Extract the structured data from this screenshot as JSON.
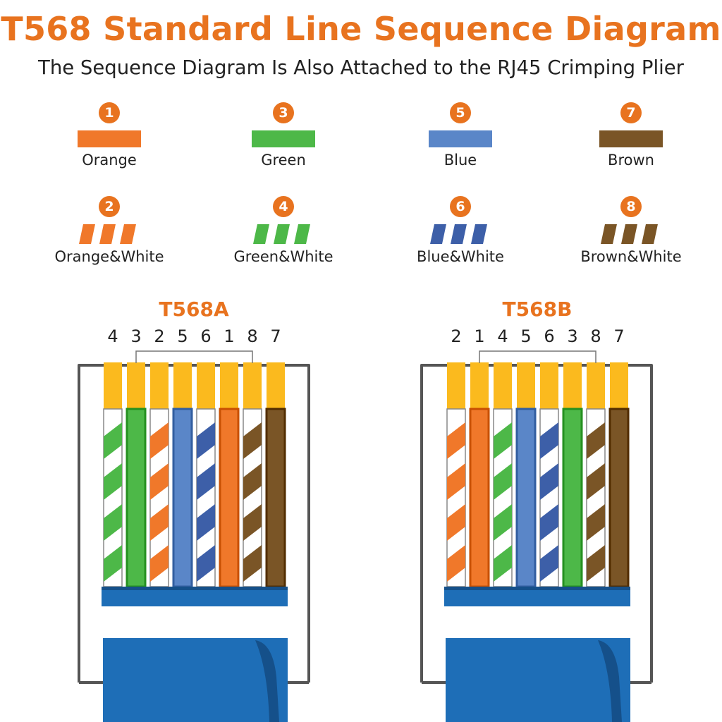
{
  "title": "T568 Standard Line Sequence Diagram",
  "subtitle": "The Sequence Diagram Is Also Attached to the RJ45 Crimping Plier",
  "colors": {
    "accent": "#E8731F",
    "orange": "#F0782A",
    "green": "#4DB848",
    "blue": "#5A86C8",
    "blue_dark": "#3D5FA8",
    "brown": "#7A5526",
    "contact_gold": "#FBBA1E",
    "connector_blue": "#1E6EB7",
    "housing_gray": "#555555"
  },
  "legend": [
    {
      "number": "1",
      "label": "Orange",
      "color": "#F0782A",
      "striped": false
    },
    {
      "number": "3",
      "label": "Green",
      "color": "#4DB848",
      "striped": false
    },
    {
      "number": "5",
      "label": "Blue",
      "color": "#5A86C8",
      "striped": false
    },
    {
      "number": "7",
      "label": "Brown",
      "color": "#7A5526",
      "striped": false
    },
    {
      "number": "2",
      "label": "Orange&White",
      "color": "#F0782A",
      "striped": true
    },
    {
      "number": "4",
      "label": "Green&White",
      "color": "#4DB848",
      "striped": true
    },
    {
      "number": "6",
      "label": "Blue&White",
      "color": "#3D5FA8",
      "striped": true
    },
    {
      "number": "8",
      "label": "Brown&White",
      "color": "#7A5526",
      "striped": true
    }
  ],
  "standards": [
    {
      "name": "T568A",
      "pin_labels": [
        "4",
        "3",
        "2",
        "5",
        "6",
        "1",
        "8",
        "7"
      ],
      "wires": [
        {
          "color": "#4DB848",
          "striped": true
        },
        {
          "color": "#4DB848",
          "striped": false
        },
        {
          "color": "#F0782A",
          "striped": true
        },
        {
          "color": "#5A86C8",
          "striped": false
        },
        {
          "color": "#3D5FA8",
          "striped": true
        },
        {
          "color": "#F0782A",
          "striped": false
        },
        {
          "color": "#7A5526",
          "striped": true
        },
        {
          "color": "#7A5526",
          "striped": false
        }
      ]
    },
    {
      "name": "T568B",
      "pin_labels": [
        "2",
        "1",
        "4",
        "5",
        "6",
        "3",
        "8",
        "7"
      ],
      "wires": [
        {
          "color": "#F0782A",
          "striped": true
        },
        {
          "color": "#F0782A",
          "striped": false
        },
        {
          "color": "#4DB848",
          "striped": true
        },
        {
          "color": "#5A86C8",
          "striped": false
        },
        {
          "color": "#3D5FA8",
          "striped": true
        },
        {
          "color": "#4DB848",
          "striped": false
        },
        {
          "color": "#7A5526",
          "striped": true
        },
        {
          "color": "#7A5526",
          "striped": false
        }
      ]
    }
  ]
}
